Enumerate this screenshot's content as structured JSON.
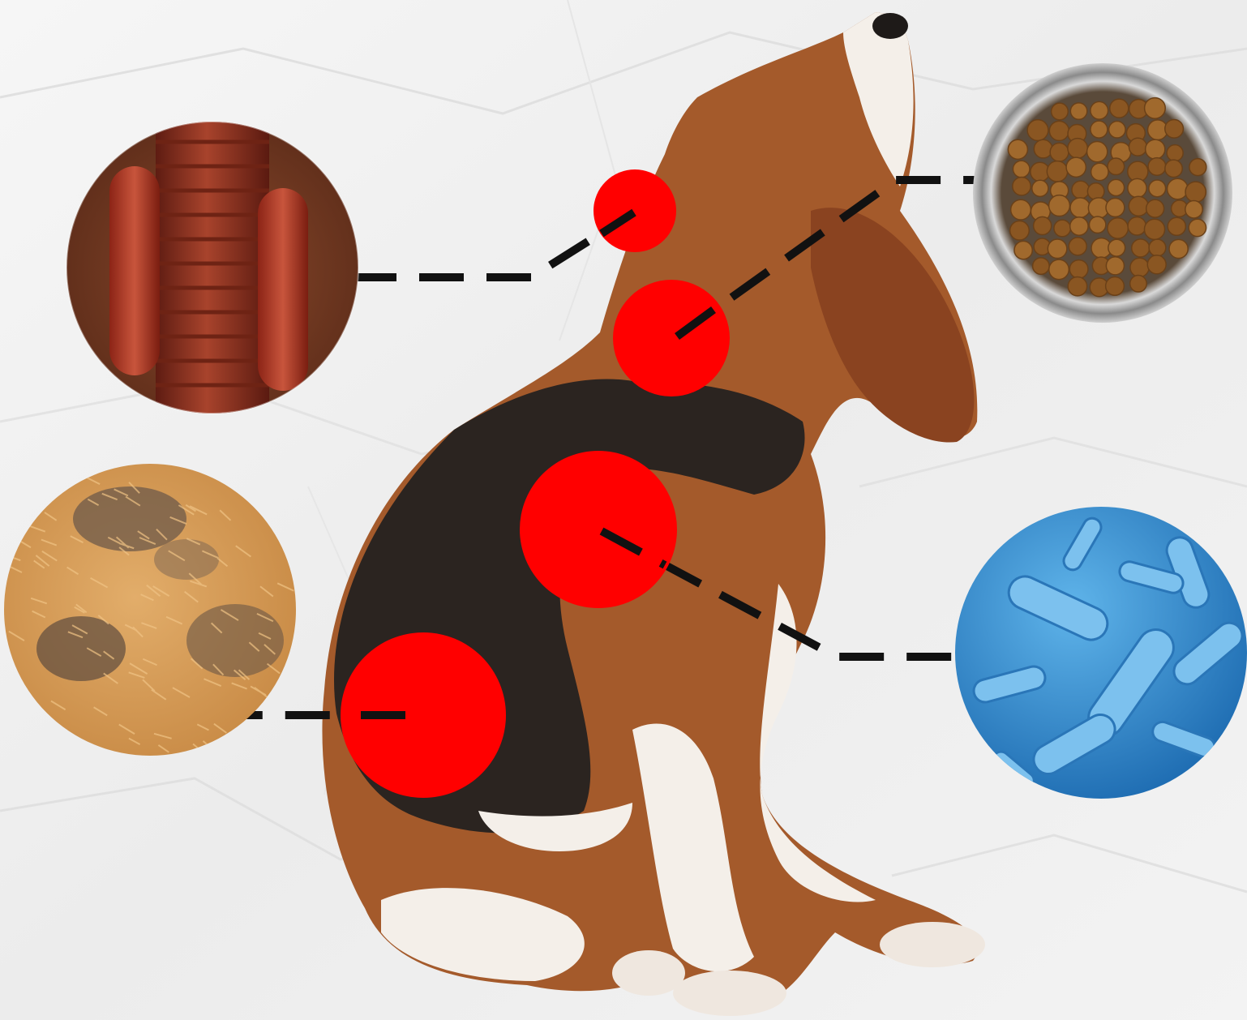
{
  "colors": {
    "paper": "#f1f1f1",
    "paper_shade": "#e2e2e2",
    "marker_red": "#ff0000",
    "connector": "#111111",
    "dog_tan": "#a45a2b",
    "dog_dark": "#2b2420",
    "dog_white": "#f4efe9",
    "kibble": "#a0692d",
    "bowl_steel": "#b8b8b8",
    "bacteria_bg": "#2f8fd0",
    "bacteria_rod": "#6fb8ea",
    "fur": "#d8a15c",
    "organ_red": "#a83a24"
  },
  "inset_icons": [
    "organ-closeup-icon",
    "dog-food-bowl-icon",
    "skin-patches-closeup-icon",
    "bacteria-closeup-icon"
  ],
  "highlight_markers": [
    "throat-marker",
    "neck-marker",
    "chest-marker",
    "flank-marker"
  ]
}
